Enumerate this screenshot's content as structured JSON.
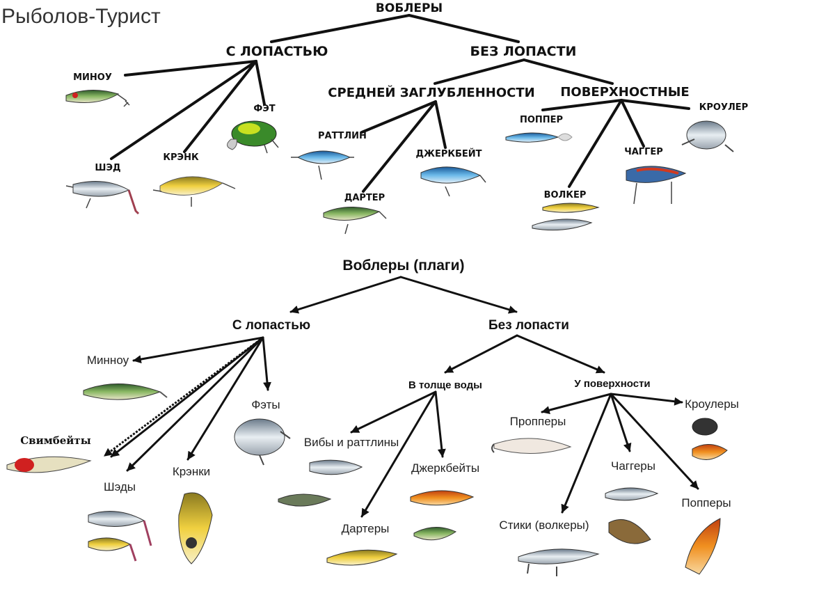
{
  "watermark": "Рыболов-Турист",
  "top": {
    "root": "ВОБЛЕРЫ",
    "with_blade": "С ЛОПАСТЬЮ",
    "without_blade": "БЕЗ ЛОПАСТИ",
    "medium_depth": "СРЕДНЕЙ ЗАГЛУБЛЕННОСТИ",
    "surface": "ПОВЕРХНОСТНЫЕ",
    "minnow": "МИНОУ",
    "fat": "ФЭТ",
    "shad": "ШЭД",
    "crank": "КРЭНК",
    "rattlin": "РАТТЛИН",
    "jerkbait": "ДЖЕРКБЕЙТ",
    "darter": "ДАРТЕР",
    "popper": "ПОППЕР",
    "crawler": "КРОУЛЕР",
    "chugger": "ЧАГГЕР",
    "walker": "ВОЛКЕР"
  },
  "bottom": {
    "root": "Воблеры (плаги)",
    "with_blade": "С лопастью",
    "without_blade": "Без лопасти",
    "in_water": "В толще воды",
    "at_surface": "У поверхности",
    "minnow": "Минноу",
    "swimbait": "Свимбейты",
    "shads": "Шэды",
    "cranks": "Крэнки",
    "fats": "Фэты",
    "vibs": "Вибы и раттлины",
    "jerkbaits": "Джеркбейты",
    "darters": "Дартеры",
    "proppers": "Пропперы",
    "crawlers": "Кроулеры",
    "chuggers": "Чаггеры",
    "poppers": "Попперы",
    "sticks": "Стики (волкеры)"
  },
  "colors": {
    "line": "#111111",
    "lure_green": "#5a8a3a",
    "lure_blue": "#3a8ac8",
    "lure_yellow": "#e6c020",
    "lure_silver": "#b8c0c8",
    "lure_red": "#d03a20",
    "lure_orange": "#f07a10"
  }
}
